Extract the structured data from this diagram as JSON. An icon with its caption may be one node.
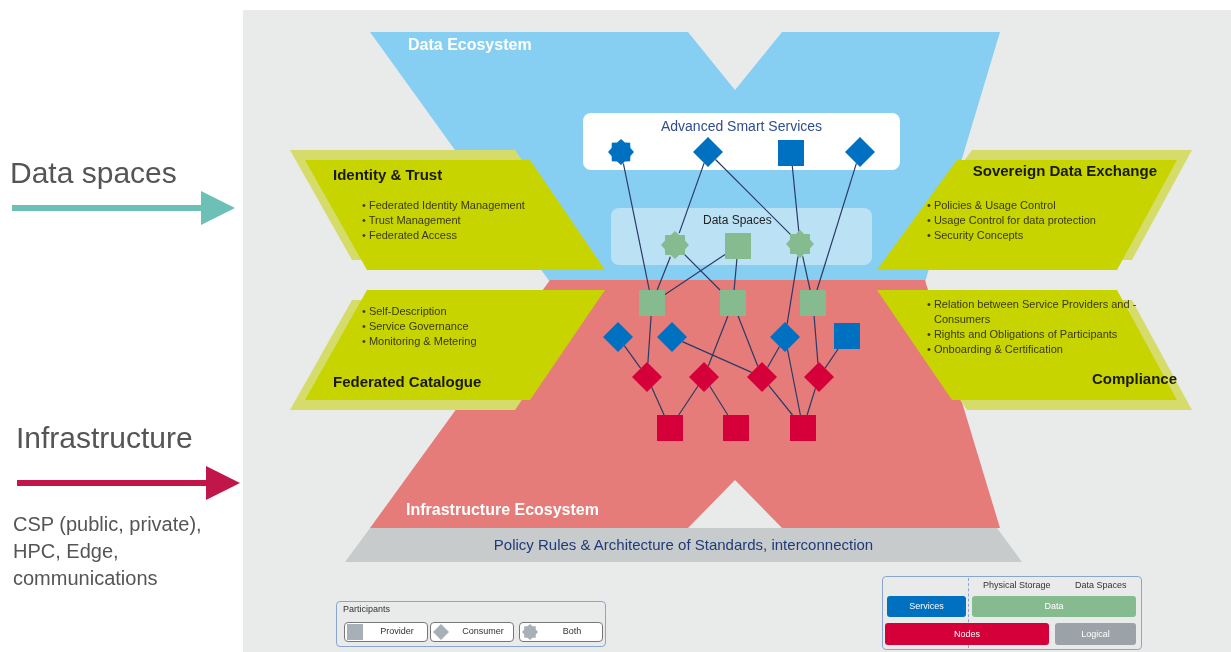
{
  "diagram": {
    "nodes": [
      {
        "text": [
          "Data Ecosystem"
        ]
      },
      {
        "text": [
          "Advanced Smart Services"
        ],
        "in": 0
      },
      {
        "text": [],
        "shape": "star",
        "in": 1
      },
      {
        "text": [],
        "shape": "diamond",
        "in": 1
      },
      {
        "text": [],
        "shape": "box",
        "in": 1
      },
      {
        "text": [],
        "shape": "diamond",
        "in": 1
      },
      {
        "text": [
          "Data Spaces"
        ],
        "in": 0
      },
      {
        "text": [],
        "shape": "star",
        "in": 6
      },
      {
        "text": [],
        "shape": "box",
        "in": 6
      },
      {
        "text": [],
        "shape": "star",
        "in": 6
      },
      {
        "text": [
          "Identity & Trust",
          "• Federated Identity Management",
          "• Trust Management",
          "• Federated Access"
        ]
      },
      {
        "text": [
          "Sovereign Data Exchange",
          "• Policies & Usage Control",
          "• Usage Control for data protection",
          "• Security Concepts"
        ]
      },
      {
        "text": [
          "• Self-Description",
          "• Service Governance",
          "• Monitoring & Metering",
          "Federated Catalogue"
        ]
      },
      {
        "text": [
          "• Relation between Service Providers and -Consumers",
          "• Rights and Obligations of Participants",
          "• Onboarding & Certification",
          "Compliance"
        ]
      },
      {
        "text": [
          "Infrastructure Ecosystem"
        ]
      },
      {
        "text": [],
        "shape": "box",
        "in": 14
      },
      {
        "text": [],
        "shape": "box",
        "in": 14
      },
      {
        "text": [],
        "shape": "box",
        "in": 14
      },
      {
        "text": [],
        "shape": "diamond",
        "in": 14
      },
      {
        "text": [],
        "shape": "diamond",
        "in": 14
      },
      {
        "text": [],
        "shape": "diamond",
        "in": 14
      },
      {
        "text": [],
        "shape": "box",
        "in": 14
      },
      {
        "text": [],
        "shape": "diamond",
        "in": 14
      },
      {
        "text": [],
        "shape": "diamond",
        "in": 14
      },
      {
        "text": [],
        "shape": "diamond",
        "in": 14
      },
      {
        "text": [],
        "shape": "diamond",
        "in": 14
      },
      {
        "text": [],
        "shape": "box",
        "in": 14
      },
      {
        "text": [],
        "shape": "box",
        "in": 14
      },
      {
        "text": [],
        "shape": "box",
        "in": 14
      },
      {
        "text": [
          "Policy Rules & Architecture of Standards, interconnection"
        ]
      },
      {
        "text": [
          "Data spaces"
        ]
      },
      {
        "text": [
          "Infrastructure"
        ]
      }
    ],
    "edges": [
      {
        "from": 2,
        "to": 15,
        "arrow": "none"
      },
      {
        "from": 3,
        "to": 7,
        "arrow": "none"
      },
      {
        "from": 3,
        "to": 9,
        "arrow": "none"
      },
      {
        "from": 4,
        "to": 9,
        "arrow": "none"
      },
      {
        "from": 5,
        "to": 17,
        "arrow": "none"
      },
      {
        "from": 7,
        "to": 15,
        "arrow": "none"
      },
      {
        "from": 7,
        "to": 16,
        "arrow": "none"
      },
      {
        "from": 8,
        "to": 15,
        "arrow": "none"
      },
      {
        "from": 8,
        "to": 16,
        "arrow": "none"
      },
      {
        "from": 9,
        "to": 20,
        "arrow": "none"
      },
      {
        "from": 9,
        "to": 17,
        "arrow": "none"
      },
      {
        "from": 15,
        "to": 22,
        "arrow": "none"
      },
      {
        "from": 16,
        "to": 23,
        "arrow": "none"
      },
      {
        "from": 16,
        "to": 24,
        "arrow": "none"
      },
      {
        "from": 17,
        "to": 25,
        "arrow": "none"
      },
      {
        "from": 18,
        "to": 22,
        "arrow": "none"
      },
      {
        "from": 19,
        "to": 24,
        "arrow": "none"
      },
      {
        "from": 20,
        "to": 24,
        "arrow": "none"
      },
      {
        "from": 20,
        "to": 28,
        "arrow": "none"
      },
      {
        "from": 21,
        "to": 25,
        "arrow": "none"
      },
      {
        "from": 22,
        "to": 26,
        "arrow": "none"
      },
      {
        "from": 23,
        "to": 26,
        "arrow": "none"
      },
      {
        "from": 23,
        "to": 27,
        "arrow": "none"
      },
      {
        "from": 24,
        "to": 28,
        "arrow": "none"
      },
      {
        "from": 25,
        "to": 28,
        "arrow": "none"
      }
    ],
    "labels": [
      "CSP (public, private), HPC, Edge, communications",
      "Participants",
      "Physical Storage",
      "Data Spaces"
    ],
    "legend": [
      {
        "text": "Provider"
      },
      {
        "text": "Consumer"
      },
      {
        "text": "Both"
      },
      {
        "text": "Services",
        "color": "#0070c0"
      },
      {
        "text": "Data",
        "color": "#85bb8f"
      },
      {
        "text": "Nodes",
        "color": "#d5003a"
      },
      {
        "text": "Logical",
        "color": "#9ba3a8"
      }
    ]
  }
}
